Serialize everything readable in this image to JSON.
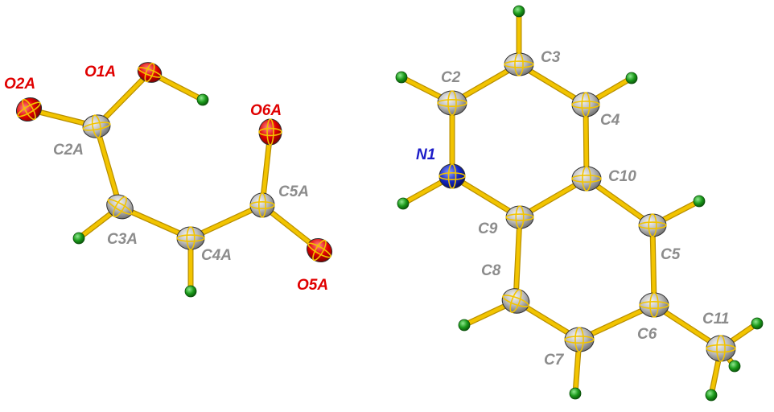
{
  "colors": {
    "background": "#ffffff",
    "bond": "#f2c400",
    "bond_edge": "#b88f00",
    "carbon": "#b9b9b9",
    "oxygen": "#e00000",
    "nitrogen": "#1428c8",
    "hydrogen": "#1a9a1a",
    "label_carbon": "#8c8c8c",
    "label_oxygen": "#e00000",
    "label_nitrogen": "#1c1cc8"
  },
  "atom_labels": {
    "O2A": "O2A",
    "O1A": "O1A",
    "C2A": "C2A",
    "O6A": "O6A",
    "C5A": "C5A",
    "C3A": "C3A",
    "C4A": "C4A",
    "O5A": "O5A",
    "C2": "C2",
    "C3": "C3",
    "C4": "C4",
    "N1": "N1",
    "C10": "C10",
    "C9": "C9",
    "C5": "C5",
    "C8": "C8",
    "C6": "C6",
    "C11": "C11",
    "C7": "C7"
  }
}
